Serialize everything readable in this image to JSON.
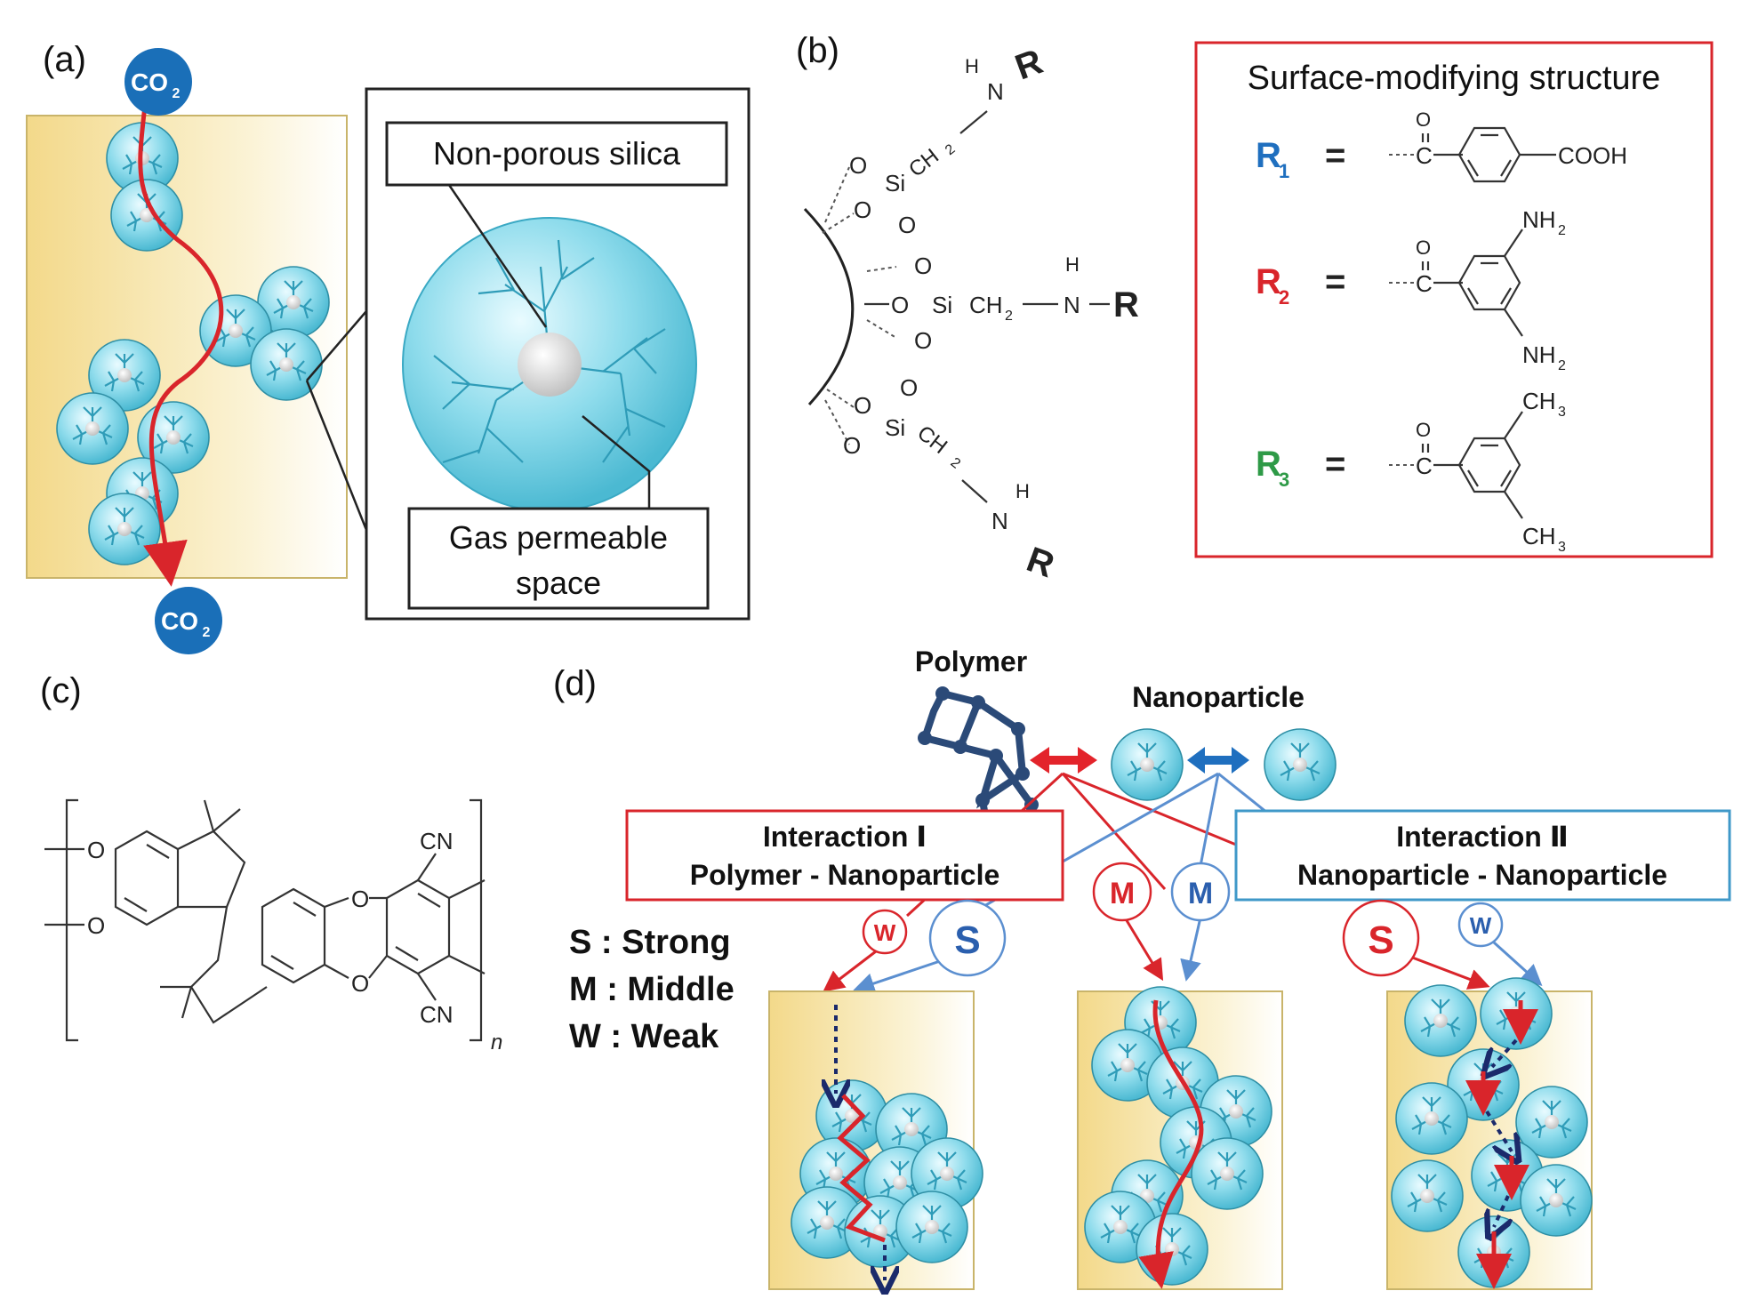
{
  "panels": {
    "a": {
      "label": "(a)",
      "co2_base": "CO",
      "co2_sub": "2",
      "callout_top": "Non-porous silica",
      "callout_bottom_line1": "Gas permeable",
      "callout_bottom_line2": "space"
    },
    "b": {
      "label": "(b)",
      "box_title": "Surface-modifying structure",
      "groups": [
        {
          "sym": "R",
          "sub": "1",
          "color": "#1f6fbf",
          "substituents": [
            "COOH"
          ]
        },
        {
          "sym": "R",
          "sub": "2",
          "color": "#d9252b",
          "substituents": [
            "NH",
            "NH"
          ]
        },
        {
          "sym": "R",
          "sub": "3",
          "color": "#2e9a47",
          "substituents": [
            "CH",
            "CH"
          ]
        }
      ],
      "equals": "=",
      "atoms": {
        "O": "O",
        "Si": "Si",
        "N": "N",
        "H": "H",
        "R": "R",
        "C": "C",
        "CH": "CH",
        "two": "2",
        "three": "3"
      }
    },
    "c": {
      "label": "(c)",
      "atoms": {
        "O": "O",
        "CN": "CN",
        "n": "n"
      }
    },
    "d": {
      "label": "(d)",
      "polymer": "Polymer",
      "nanoparticle": "Nanoparticle",
      "interaction1_line1": "Interaction  Ⅰ",
      "interaction1_line2": "Polymer - Nanoparticle",
      "interaction2_line1": "Interaction  Ⅱ",
      "interaction2_line2": "Nanoparticle - Nanoparticle",
      "legend": [
        "S : Strong",
        "M : Middle",
        "W : Weak"
      ],
      "badges": {
        "W": "W",
        "S": "S",
        "M": "M"
      }
    }
  },
  "colors": {
    "red": "#d9252b",
    "blue": "#1f6fbf",
    "green": "#2e9a47",
    "co2": "#1a6fb8",
    "particle": "#7fd6e8",
    "membrane": "#f6e3a3"
  }
}
